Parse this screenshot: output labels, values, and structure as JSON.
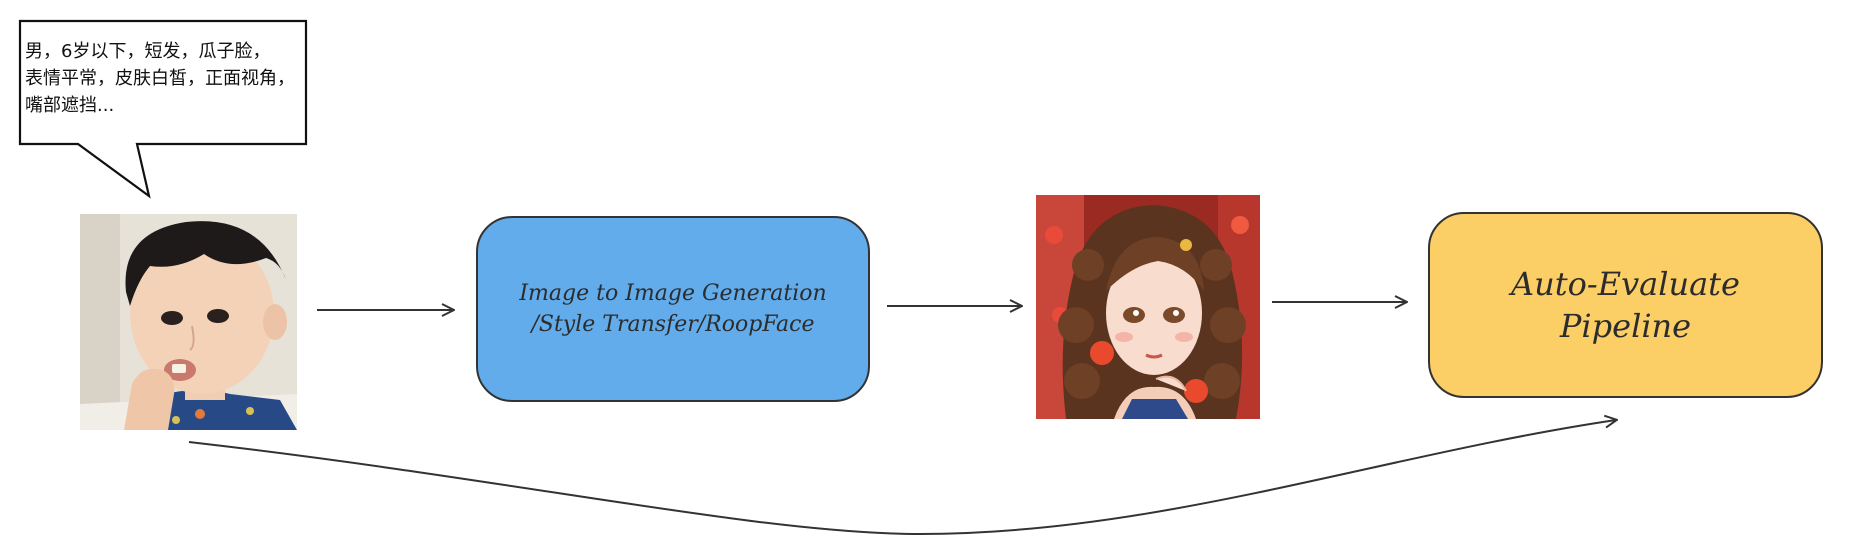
{
  "speech_bubble": {
    "text": "男，6岁以下，短发，瓜子脸，\n表情平常，皮肤白皙，正面视角，\n嘴部遮挡..."
  },
  "generation_step": {
    "label": "Image to Image Generation\n/Style Transfer/RoopFace"
  },
  "evaluate_step": {
    "label": "Auto-Evaluate\nPipeline"
  },
  "colors": {
    "generation_box": "#62acec",
    "evaluate_box": "#fbce66",
    "stroke": "#333333"
  }
}
